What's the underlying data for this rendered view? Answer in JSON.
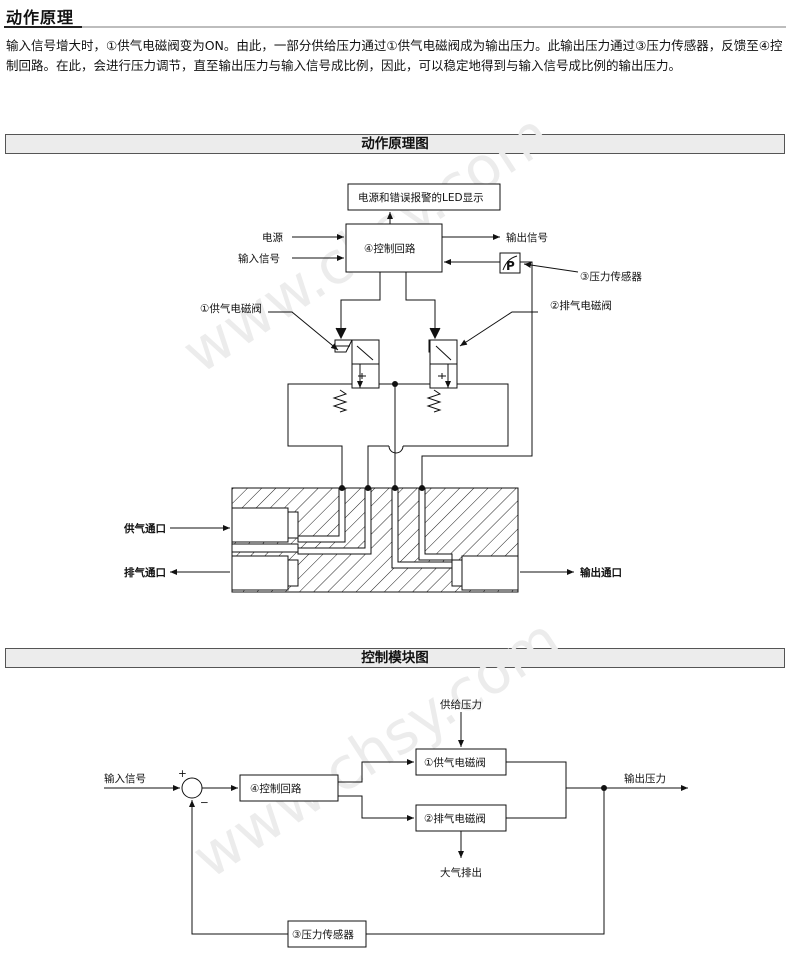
{
  "header": {
    "title": "动作原理"
  },
  "intro": "输入信号增大时，①供气电磁阀变为ON。由此，一部分供给压力通过①供气电磁阀成为输出压力。此输出压力通过③压力传感器，反馈至④控制回路。在此，会进行压力调节，直至输出压力与输入信号成比例，因此，可以稳定地得到与输入信号成比例的输出压力。",
  "watermark": "www.chsy.com",
  "sections": {
    "principle": "动作原理图",
    "block": "控制模块图"
  },
  "principle": {
    "led_box": "电源和错误报警的LED显示",
    "control": "④控制回路",
    "power": "电源",
    "input_signal": "输入信号",
    "output_signal": "输出信号",
    "sensor": "③压力传感器",
    "sensor_symbol": "P",
    "supply_valve": "①供气电磁阀",
    "exhaust_valve": "②排气电磁阀",
    "supply_port": "供气通口",
    "exhaust_port": "排气通口",
    "output_port": "输出通口"
  },
  "block": {
    "input": "输入信号",
    "plus": "+",
    "minus": "−",
    "control": "④控制回路",
    "supply_valve": "①供气电磁阀",
    "exhaust_valve": "②排气电磁阀",
    "supply_pressure": "供给压力",
    "atmosphere": "大气排出",
    "output": "输出压力",
    "sensor": "③压力传感器"
  }
}
